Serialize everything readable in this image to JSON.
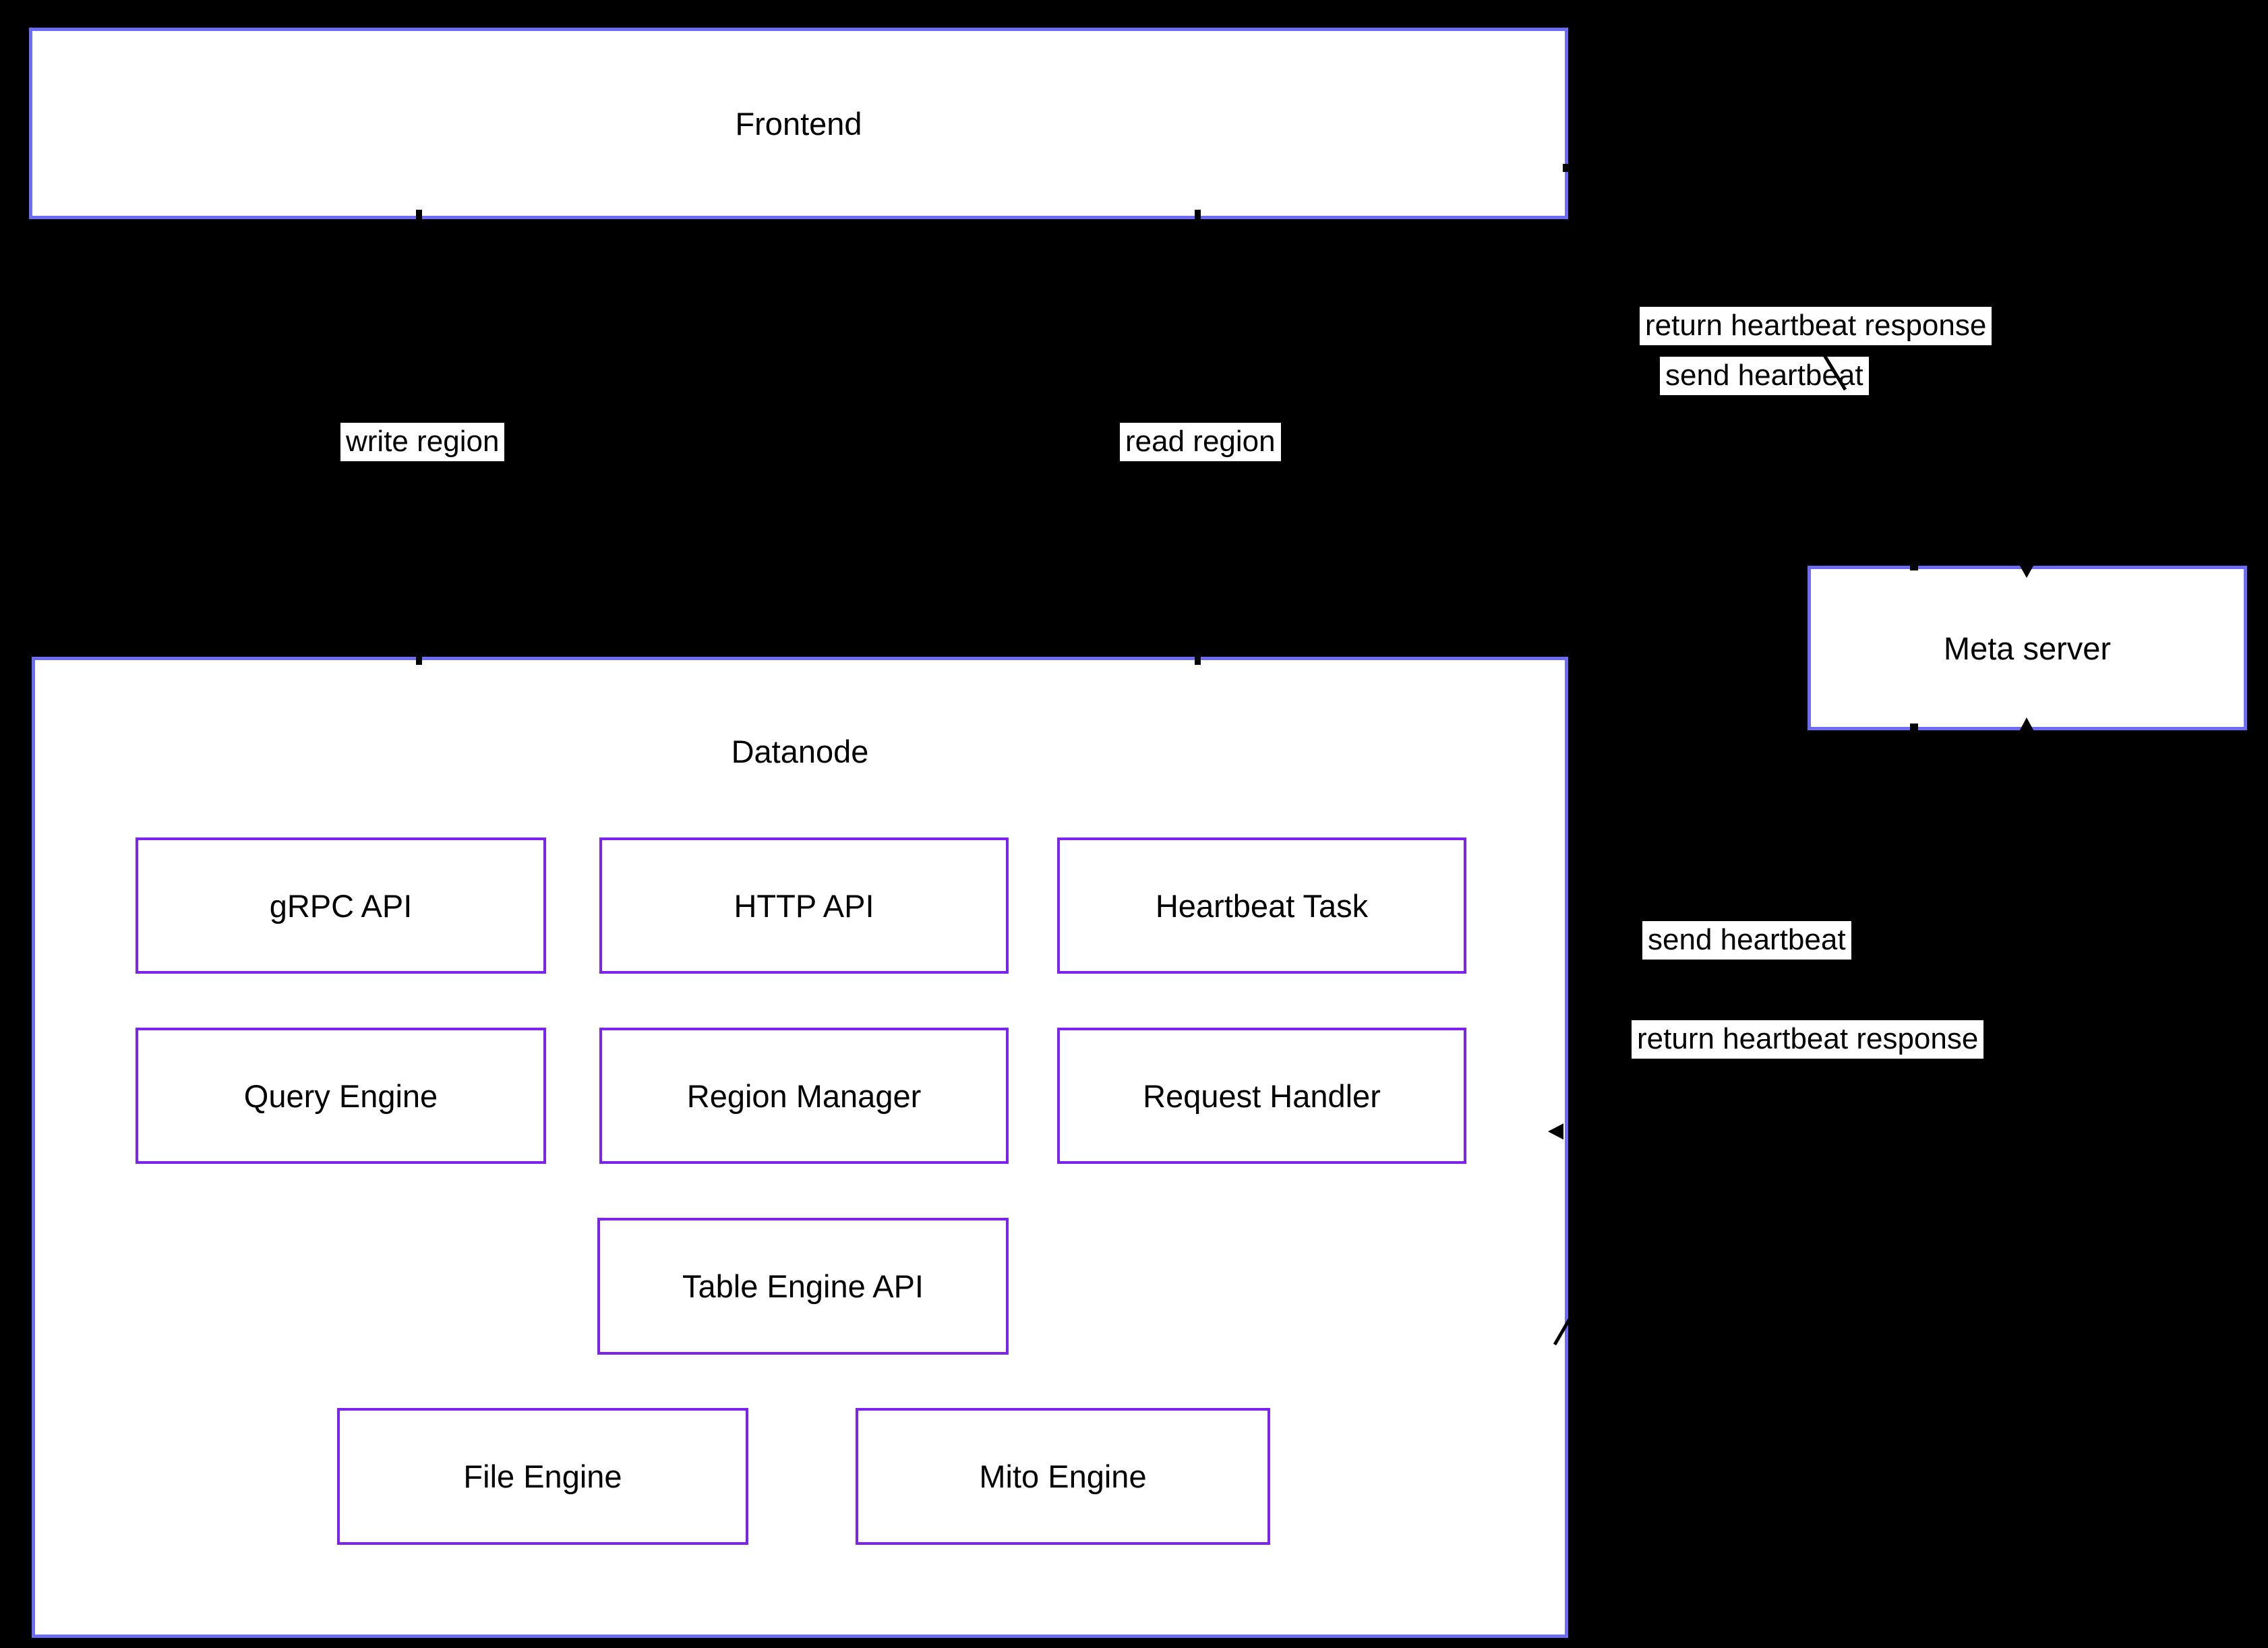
{
  "canvas": {
    "background": "#000000"
  },
  "colors": {
    "node_fill": "#ffffff",
    "outer_border": "#6c6cf7",
    "inner_border": "#7e22f0",
    "text": "#000000",
    "edge_label_bg": "#ffffff",
    "arrow": "#000000"
  },
  "nodes": {
    "frontend": {
      "label": "Frontend"
    },
    "datanode": {
      "label": "Datanode"
    },
    "meta_server": {
      "label": "Meta server"
    },
    "grpc_api": {
      "label": "gRPC API"
    },
    "http_api": {
      "label": "HTTP API"
    },
    "heartbeat_task": {
      "label": "Heartbeat Task"
    },
    "query_engine": {
      "label": "Query Engine"
    },
    "region_manager": {
      "label": "Region Manager"
    },
    "request_handler": {
      "label": "Request Handler"
    },
    "table_engine_api": {
      "label": "Table Engine API"
    },
    "file_engine": {
      "label": "File Engine"
    },
    "mito_engine": {
      "label": "Mito Engine"
    }
  },
  "edge_labels": {
    "write_region": "write region",
    "read_region": "read region",
    "return_heartbeat_frontend": "return heartbeat response",
    "send_heartbeat_frontend": "send heartbeat",
    "send_heartbeat_datanode": "send heartbeat",
    "return_heartbeat_datanode": "return heartbeat response"
  }
}
